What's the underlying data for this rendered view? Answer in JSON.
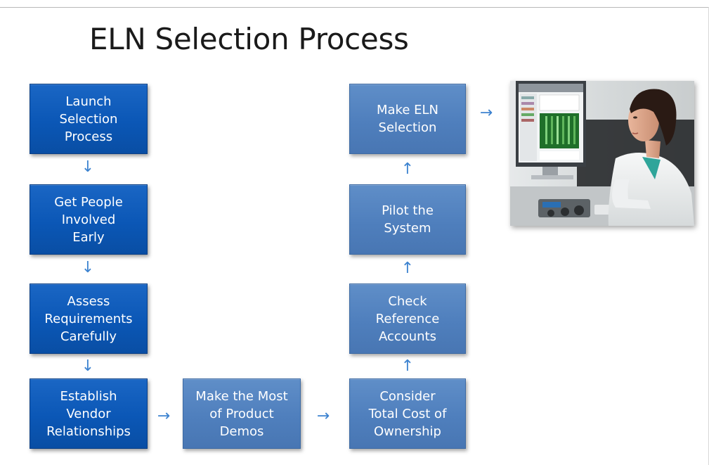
{
  "title": "ELN Selection Process",
  "steps": {
    "launch": "Launch\nSelection\nProcess",
    "people": "Get People\nInvolved\nEarly",
    "assess": "Assess\nRequirements\nCarefully",
    "vendor": "Establish\nVendor\nRelationships",
    "demos": "Make the Most\nof Product\nDemos",
    "cost": "Consider\nTotal Cost of\nOwnership",
    "reference": "Check\nReference\nAccounts",
    "pilot": "Pilot the\nSystem",
    "selection": "Make ELN\nSelection"
  },
  "arrows": {
    "down": "↓",
    "right": "→",
    "up": "↑"
  },
  "colors": {
    "dark_box": "#0b57b6",
    "light_box": "#4f7fbd",
    "arrow": "#3d83d0"
  },
  "photo": {
    "subject": "scientist-at-computer-photo"
  }
}
